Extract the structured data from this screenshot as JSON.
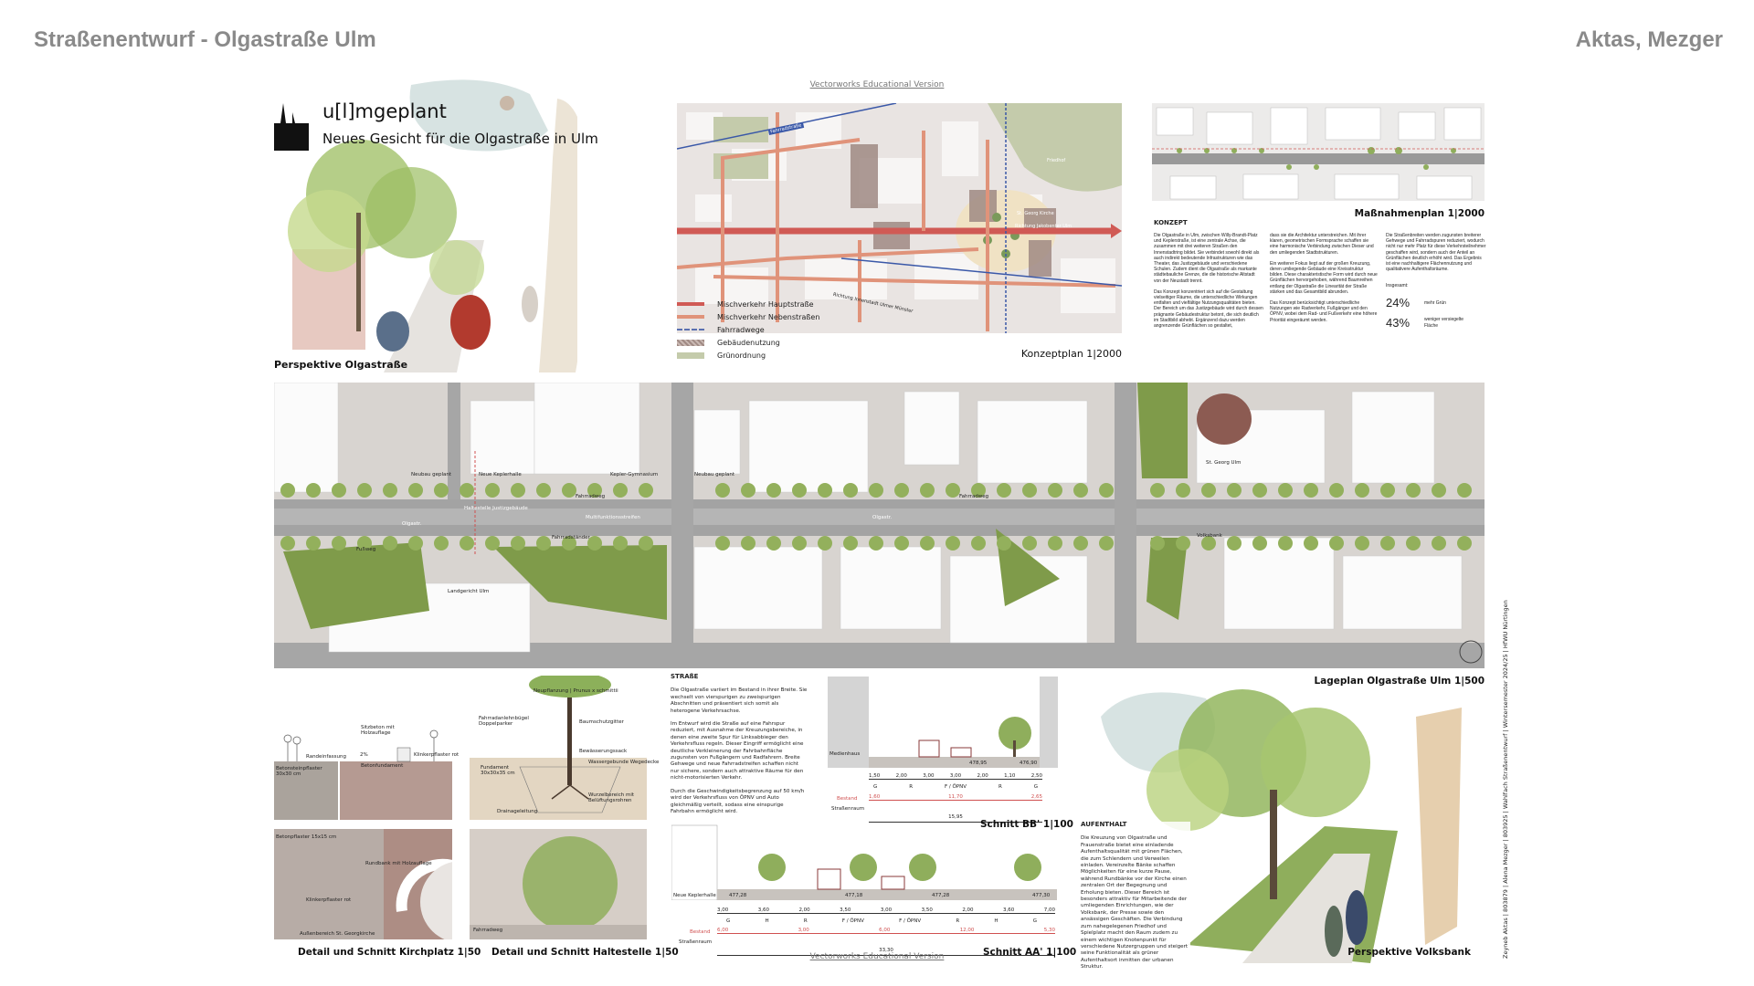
{
  "header": {
    "title": "Straßenentwurf - Olgastraße Ulm",
    "authors": "Aktas, Mezger"
  },
  "watermark": "Vectorworks Educational Version",
  "perspective_olgastrasse": {
    "brand": "u[l]mgeplant",
    "subtitle": "Neues Gesicht für die Olgastraße in Ulm",
    "caption": "Perspektive Olgastraße"
  },
  "konzeptplan": {
    "caption": "Konzeptplan 1|2000",
    "labels": [
      "Richtung Innenstadt Ulmer Münster",
      "Richtung Jakobenter Ulm",
      "St. Georg Kirche",
      "Friedhof",
      "Fahrradstraße"
    ],
    "legend": [
      {
        "label": "Mischverkehr Hauptstraße",
        "color": "#d05a55"
      },
      {
        "label": "Mischverkehr Nebenstraßen",
        "color": "#e0937a"
      },
      {
        "label": "Fahrradwege",
        "color": "#5a70b0"
      },
      {
        "label": "Gebäudenutzung",
        "color": "#a08a84"
      },
      {
        "label": "Grünordnung",
        "color": "#c4cbab"
      }
    ]
  },
  "massnahmenplan": {
    "caption": "Maßnahmenplan 1|2000"
  },
  "konzept": {
    "heading": "KONZEPT",
    "col1": [
      "Die Olgastraße in Ulm, zwischen Willy-Brandt-Platz und Keplerstraße, ist eine zentrale Achse, die zusammen mit drei weiteren Straßen den Innenstadtring bildet. Sie verbindet sowohl direkt als auch indirekt bedeutende Infrastrukturen wie das Theater, das Justizgebäude und verschiedene Schulen. Zudem dient die Olgastraße als markante städtebauliche Grenze, die die historische Altstadt von der Neustadt trennt.",
      "Das Konzept konzentriert sich auf die Gestaltung vielseitiger Räume, die unterschiedliche Wirkungen entfalten und vielfältige Nutzungsqualitäten bieten. Der Bereich um das Justizgebäude wird durch dessen prägnante Gebäudestruktur betont, die sich deutlich im Stadtbild abhebt. Ergänzend dazu werden angrenzende Grünflächen so gestaltet,"
    ],
    "col2": [
      "dass sie die Architektur unterstreichen. Mit ihrer klaren, geometrischen Formsprache schaffen sie eine harmonische Verbindung zwischen Dieser und den umliegenden Stadtstrukturen.",
      "Ein weiterer Fokus liegt auf der großen Kreuzung, deren umliegende Gebäude eine Kreisstruktur bilden. Diese charakteristische Form wird durch neue Grünflächen hervorgehoben, während Baumreihen entlang der Olgastraße die Linearität der Straße stärken und das Gesamtbild abrunden.",
      "Das Konzept berücksichtigt unterschiedliche Nutzungen wie Radverkehr, Fußgänger und den ÖPNV, wobei dem Rad- und Fußverkehr eine höhere Priorität eingeräumt werden."
    ],
    "col3": [
      "Die Straßenbreiten werden zugunsten breiterer Gehwege und Fahrradspuren reduziert, wodurch nicht nur mehr Platz für diese Verkehrsteilnehmer geschaffen wird, sondern auch der Anteil an Grünflächen deutlich erhöht wird. Das Ergebnis ist eine nachhaltigere Flächennutzung und qualitativere Aufenthaltsräume."
    ],
    "total_label": "Insgesamt:",
    "stats": [
      {
        "value": "24%",
        "label": "mehr Grün"
      },
      {
        "value": "43%",
        "label": "weniger versiegelte Fläche"
      }
    ]
  },
  "lageplan": {
    "caption": "Lageplan Olgastraße Ulm 1|500",
    "labels": [
      "Neubau geplant",
      "Neue Keplerhalle",
      "Kepler-Gymnasium",
      "Fahrradweg",
      "Haltestelle Justizgebäude",
      "Multifunktionsstreifen",
      "Olgastr.",
      "Fußweg",
      "Fahrradständer",
      "Landgericht Ulm",
      "Neubau geplant",
      "Fahrradweg",
      "St. Georg Ulm",
      "Volksbank",
      "Olgastr."
    ]
  },
  "detail_kirchplatz": {
    "caption": "Detail und Schnitt Kirchplatz 1|50",
    "labels": [
      "Sitzbeton mit Holzauflage",
      "Randeinfassung",
      "2%",
      "Betonfundament",
      "Klinkerpflaster rot",
      "Betonsteinpflaster 30x30 cm",
      "Betonpflaster 15x15 cm",
      "Rundbank mit Holzauflage",
      "Klinkerpflaster rot",
      "Außenbereich St. Georgkirche"
    ]
  },
  "detail_haltestelle": {
    "caption": "Detail und Schnitt Haltestelle 1|50",
    "labels": [
      "Neupflanzung | Prunus x schmittii",
      "Fahrradanlehnbügel Doppelparker",
      "Baumschutzgitter",
      "Bewässerungssack",
      "Wassergebunde Wegedecke",
      "Fundament 30x30x35 cm",
      "Wurzelbereich mit Belüftungsrohren",
      "Drainageleitung",
      "Fahrradweg"
    ]
  },
  "strasse": {
    "heading": "STRAßE",
    "paragraphs": [
      "Die Olgastraße variiert im Bestand in ihrer Breite. Sie wechselt von vierspurigen zu zweispurigen Abschnitten und präsentiert sich somit als heterogene Verkehrsachse.",
      "Im Entwurf wird die Straße auf eine Fahrspur reduziert, mit Ausnahme der Kreuzungsbereiche, in denen eine zweite Spur für Linksabbieger den Verkehrsfluss regeln. Dieser Eingriff ermöglicht eine deutliche Verkleinerung der Fahrbahnfläche zugunsten von Fußgängern und Radfahrern. Breite Gehwege und neue Fahrradstreifen schaffen nicht nur sichere, sondern auch attraktive Räume für den nicht-motorisierten Verkehr.",
      "Durch die Geschwindigkeitsbegrenzung auf 50 km/h wird der Verkehrsfluss von ÖPNV und Auto gleichmäßig verteilt, sodass eine einspurige Fahrbahn ermöglicht wird."
    ]
  },
  "schnitt_bb": {
    "caption": "Schnitt BB' 1|100",
    "building": "Medienhaus",
    "widths": [
      "1,50",
      "2,00",
      "3,00",
      "3,00",
      "2,00",
      "1,10",
      "2,50"
    ],
    "zones": [
      "G",
      "R",
      "F / ÖPNV",
      "R",
      "G"
    ],
    "bestand_label": "Bestand",
    "bestand": [
      "1,60",
      "11,70",
      "2,65"
    ],
    "raum_label": "Straßenraum",
    "raum": "15,95",
    "heights": [
      "478,95",
      "476,90"
    ]
  },
  "schnitt_aa": {
    "caption": "Schnitt AA' 1|100",
    "building": "Neue Keplerhalle",
    "widths": [
      "3,00",
      "3,60",
      "2,00",
      "3,50",
      "3,00",
      "3,50",
      "2,00",
      "3,60",
      "7,00"
    ],
    "zones": [
      "G",
      "H",
      "R",
      "F / ÖPNV",
      "F / ÖPNV",
      "R",
      "H",
      "G"
    ],
    "bestand_label": "Bestand",
    "bestand": [
      "6,00",
      "3,00",
      "6,00",
      "12,00",
      "5,30"
    ],
    "raum_label": "Straßenraum",
    "raum": "33,30",
    "heights": [
      "477,28",
      "477,18",
      "477,28",
      "477,30"
    ]
  },
  "aufenthalt": {
    "heading": "AUFENTHALT",
    "text": "Die Kreuzung von Olgastraße und Frauenstraße bietet eine einladende Aufenthaltsqualität mit grünen Flächen, die zum Schlendern und Verweilen einladen. Vereinzelte Bänke schaffen Möglichkeiten für eine kurze Pause, während Rundbänke vor der Kirche einen zentralen Ort der Begegnung und Erholung bieten. Dieser Bereich ist besonders attraktiv für Mitarbeitende der umliegenden Einrichtungen, wie der Volksbank, der Presse sowie den ansässigen Geschäften. Die Verbindung zum nahegelegenen Friedhof und Spielplatz macht den Raum zudem zu einem wichtigen Knotenpunkt für verschiedene Nutzergruppen und steigert seine Funktionalität als grüner Aufenthaltsort inmitten der urbanen Struktur."
  },
  "perspective_volksbank": {
    "caption": "Perspektive Volksbank"
  },
  "credits": "Zeyneb Aktas | 803879 | Alena Mezger | 803925 | Wahlfach Straßenentwurf | Wintersemester 2024/25 | HfWU Nürtingen"
}
